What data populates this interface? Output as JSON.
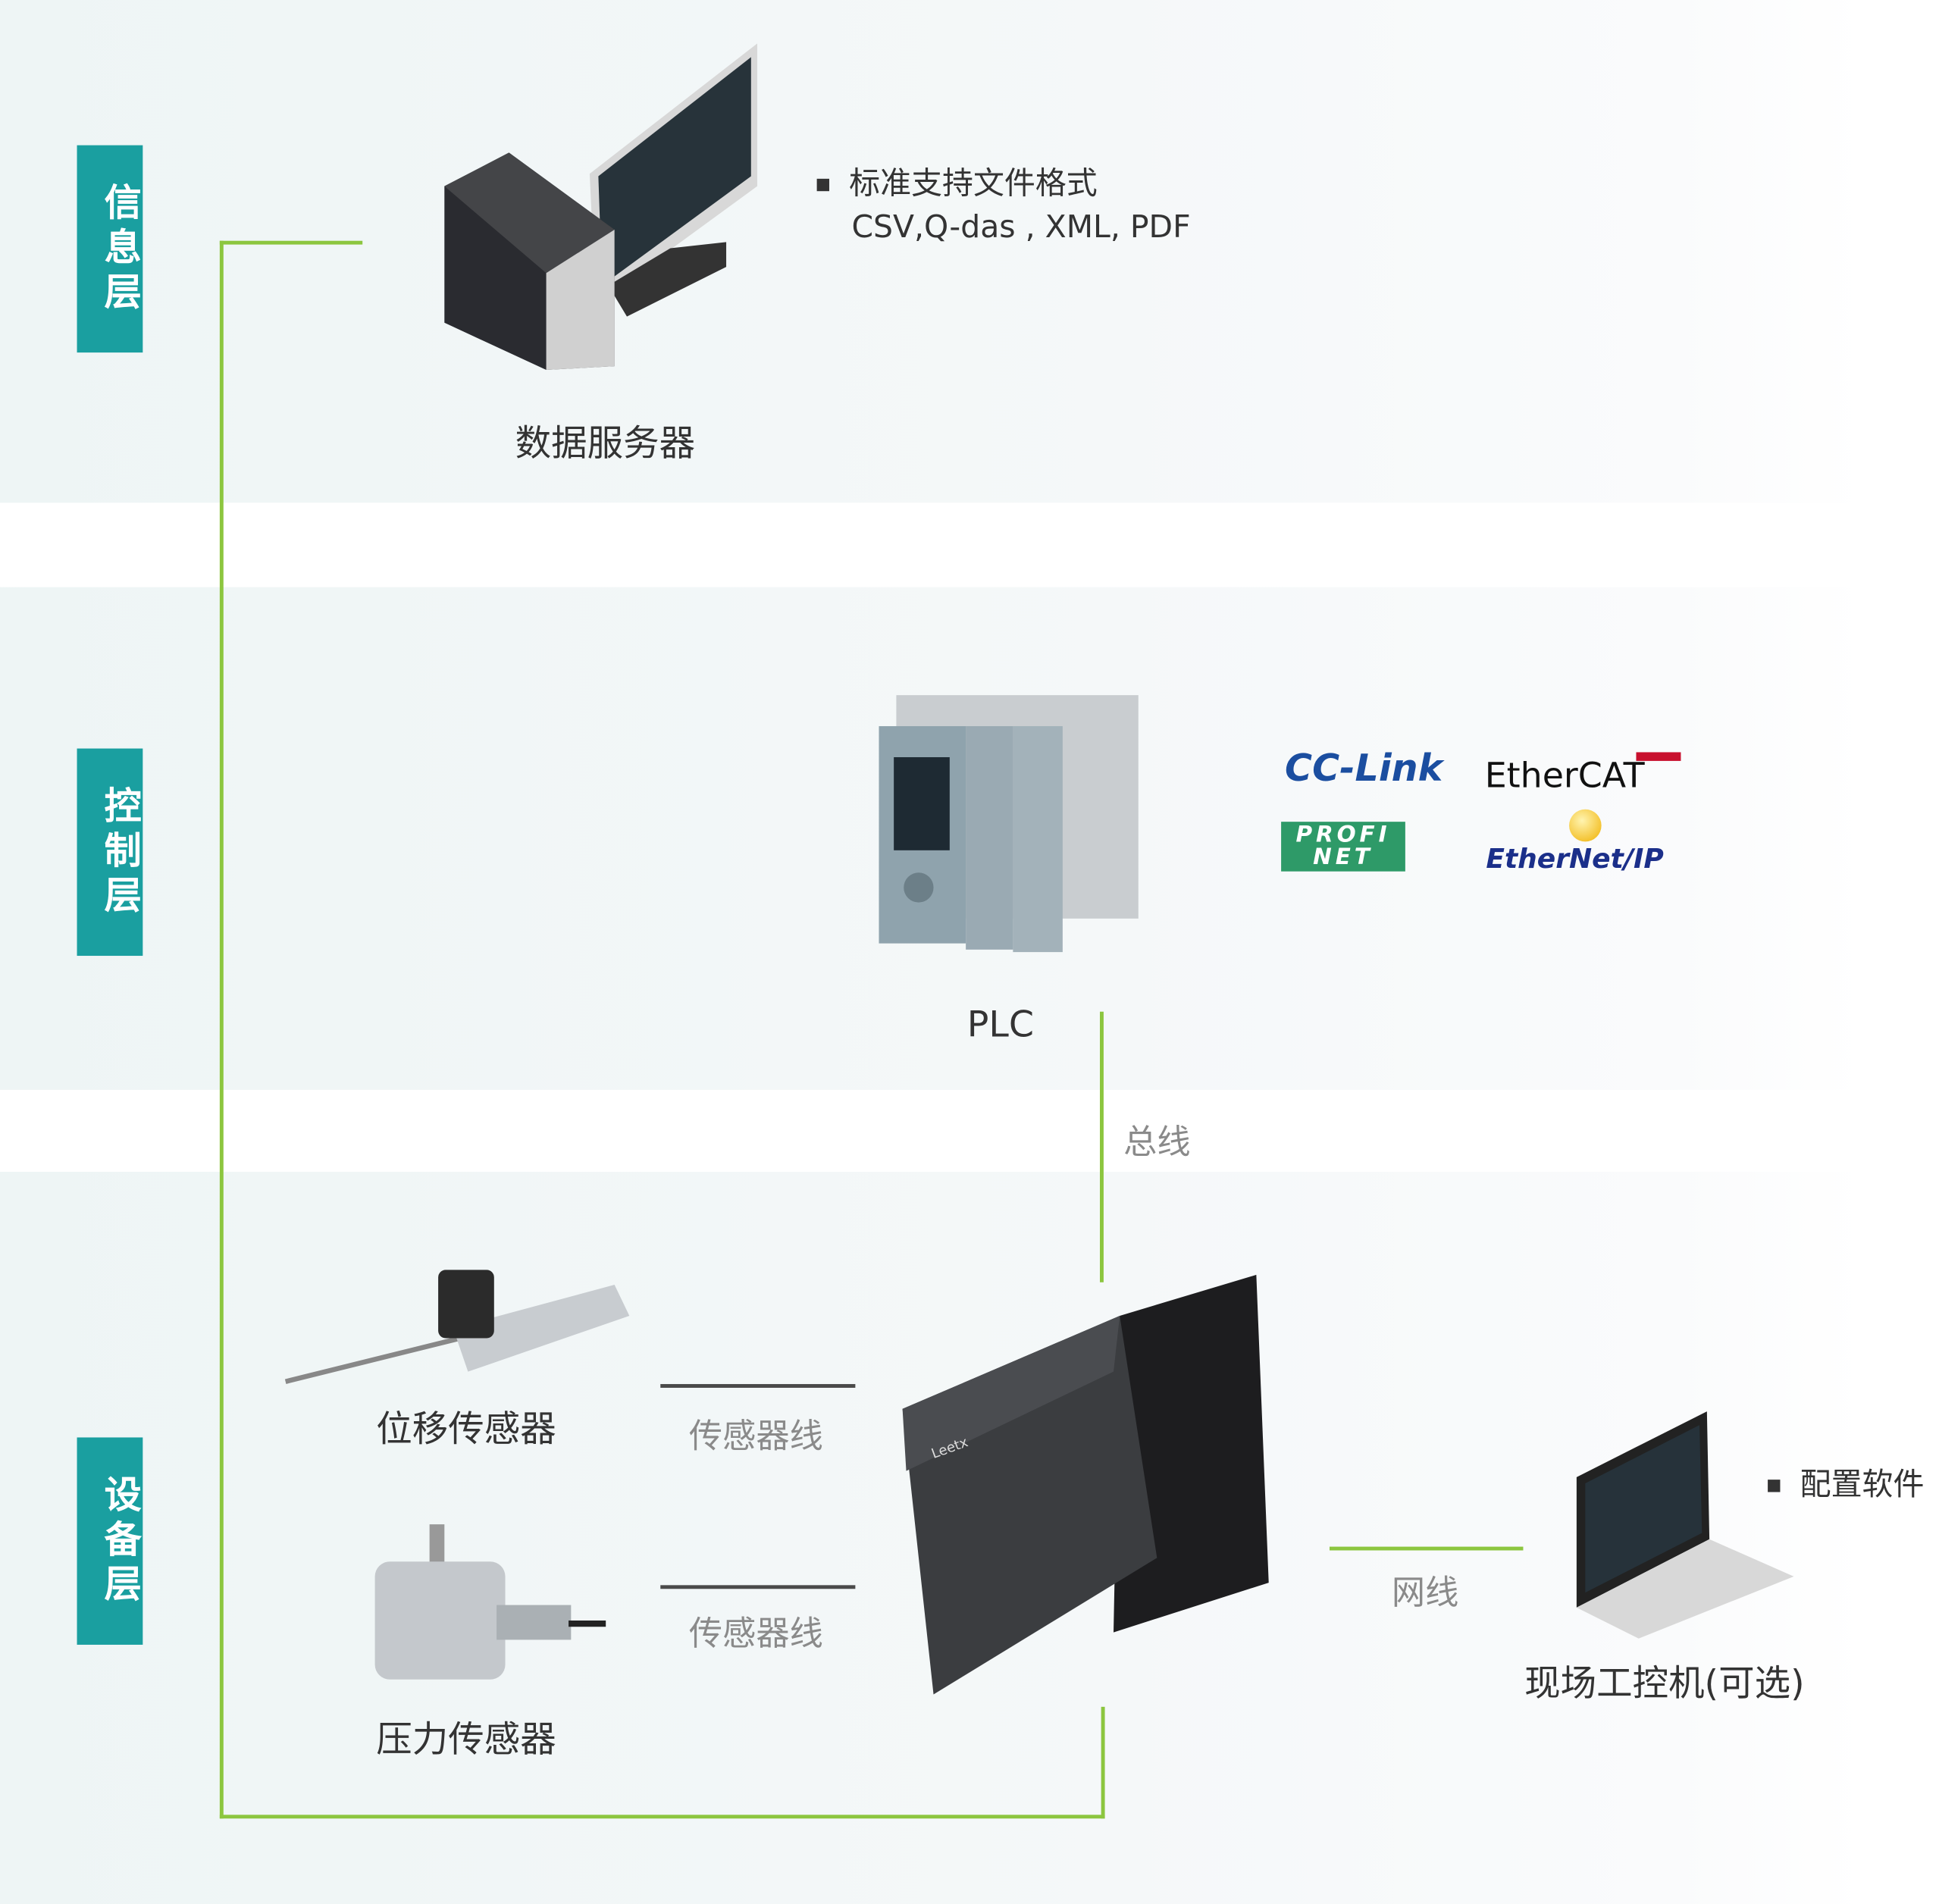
{
  "layers": {
    "info": "信息层",
    "control": "控制层",
    "device": "设备层"
  },
  "server": {
    "label": "数据服务器",
    "bullet_title": "标准支持文件格式",
    "bullet_formats": "CSV,Q-das , XML, PDF"
  },
  "plc": {
    "label": "PLC",
    "protocols": [
      "CC-Link",
      "EtherCAT",
      "PROFINET",
      "EtherNet/IP"
    ]
  },
  "bus_label": "总线",
  "sensors": {
    "displacement": "位移传感器",
    "pressure": "压力传感器",
    "cable_label_1": "传感器线",
    "cable_label_2": "传感器线"
  },
  "network_label": "网线",
  "ipc": {
    "label": "现场工控机(可选)",
    "bullet": "配置软件"
  },
  "device_brand": "Leetx",
  "colors": {
    "teal": "#1a9fa0",
    "line_green": "#8cc63f",
    "band": "#eef5f5"
  }
}
